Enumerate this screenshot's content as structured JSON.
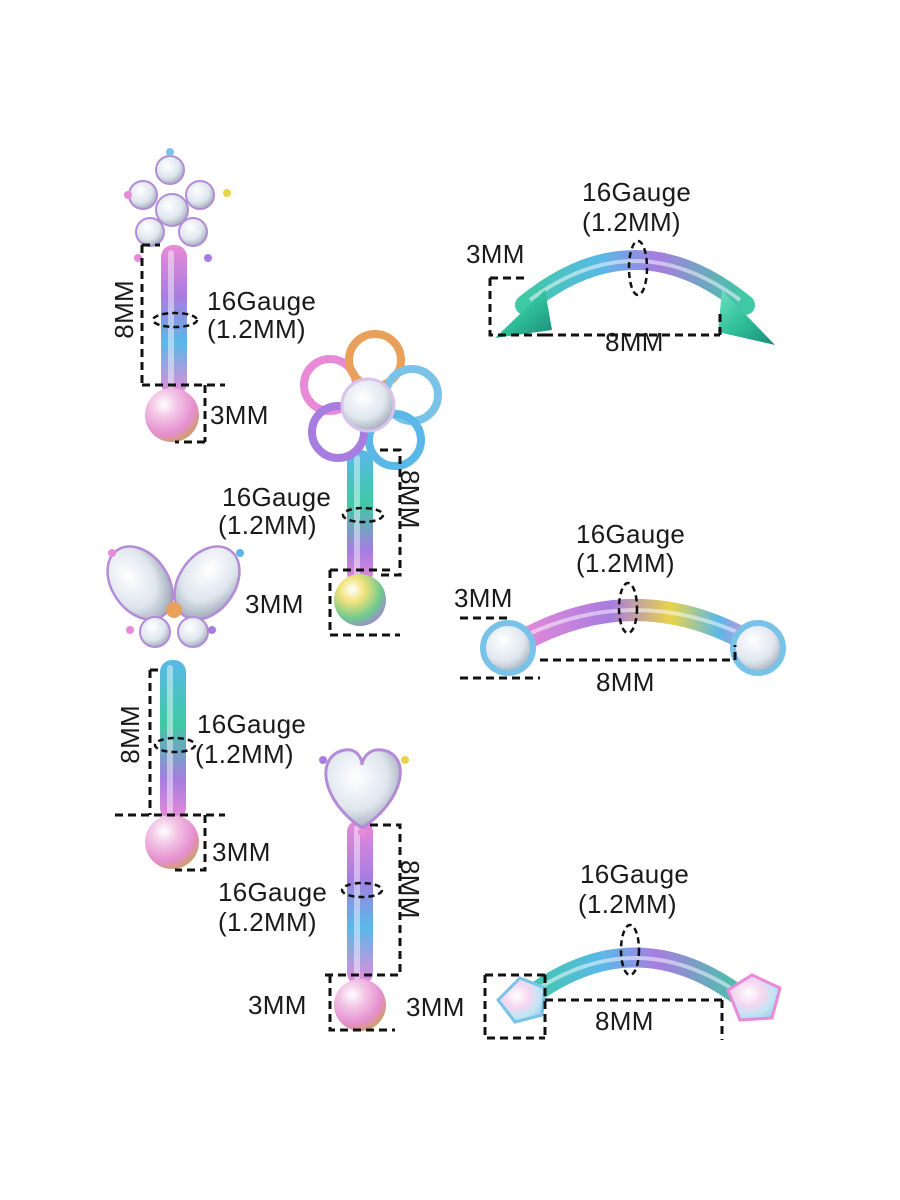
{
  "labels": {
    "gauge": "16Gauge",
    "gauge_mm": "(1.2MM)",
    "ball": "3MM",
    "length": "8MM"
  },
  "colors": {
    "rainbow_pink": "#e98ad8",
    "rainbow_blue": "#5ab8e8",
    "rainbow_green": "#3fc9a5",
    "rainbow_yellow": "#e8d44a",
    "rainbow_purple": "#a77de0",
    "crystal": "#dfe6ee",
    "dash": "#111111"
  },
  "items": [
    {
      "name": "flower-cz-barbell"
    },
    {
      "name": "spike-curved-barbell"
    },
    {
      "name": "filigree-flower-barbell"
    },
    {
      "name": "round-gem-curved-barbell"
    },
    {
      "name": "butterfly-cz-barbell"
    },
    {
      "name": "heart-cz-barbell"
    },
    {
      "name": "opal-claw-curved-barbell"
    }
  ]
}
